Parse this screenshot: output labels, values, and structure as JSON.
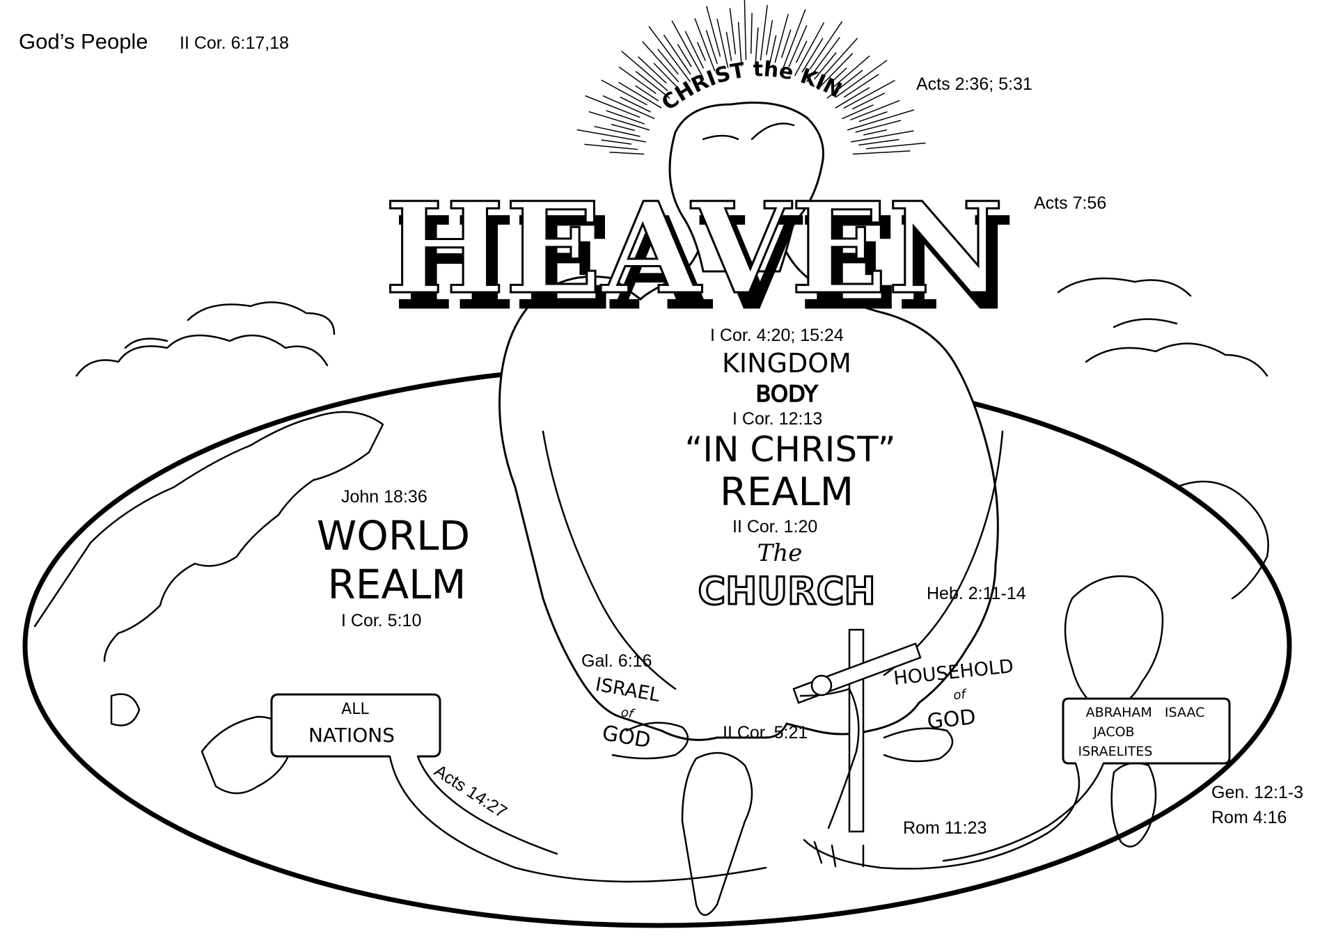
{
  "title": {
    "main": "God’s People",
    "reference": "II Cor. 6:17,18"
  },
  "heaven": {
    "word": "HEAVEN",
    "crown_label": "CHRIST the KING",
    "references": [
      "Acts 2:36; 5:31",
      "Acts 7:56"
    ]
  },
  "body_labels": {
    "kingdom_ref": "I Cor. 4:20; 15:24",
    "kingdom": "KINGDOM",
    "body": "BODY",
    "body_ref": "I Cor. 12:13",
    "in_christ": "“IN CHRIST”",
    "realm": "REALM",
    "in_christ_ref": "II Cor. 1:20",
    "church_the": "The",
    "church": "CHURCH",
    "cross_ref": "II Cor. 5:21"
  },
  "left_hand": {
    "ref": "Gal. 6:16",
    "line1": "ISRAEL",
    "line2": "of",
    "line3": "GOD"
  },
  "right_hand": {
    "ref": "Heb. 2:11-14",
    "line1": "HOUSEHOLD",
    "line2": "of",
    "line3": "GOD"
  },
  "world": {
    "ref_top": "John 18:36",
    "line1": "WORLD",
    "line2": "REALM",
    "ref_bottom": "I Cor. 5:10"
  },
  "nations_box": {
    "line1": "ALL",
    "line2": "NATIONS",
    "ref": "Acts 14:27"
  },
  "patriarchs_box": {
    "line1": "ABRAHAM   ISAAC",
    "line2": "JACOB",
    "line3": "ISRAELITES",
    "ref": "Rom 11:23",
    "side_refs": [
      "Gen. 12:1-3",
      "Rom 4:16"
    ]
  }
}
